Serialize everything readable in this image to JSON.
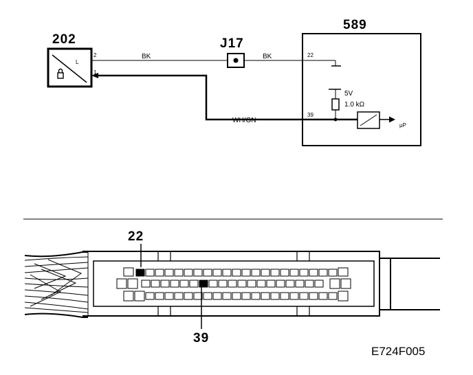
{
  "schematic": {
    "component_202": {
      "id": "202",
      "pin_top": "2",
      "pin_bottom": "1",
      "inner_label": "L"
    },
    "splice": {
      "id": "J17"
    },
    "module_589": {
      "id": "589",
      "pin_ground": "22",
      "pin_signal": "39",
      "supply_voltage": "5V",
      "pullup_resistance": "1.0 kΩ",
      "output_label": "μP"
    },
    "wires": {
      "signal_wire_a": "BK",
      "signal_wire_b": "BK",
      "return_wire": "WH/GN"
    }
  },
  "connector": {
    "callout_top": "22",
    "callout_bottom": "39"
  },
  "figure_code": "E724F005"
}
